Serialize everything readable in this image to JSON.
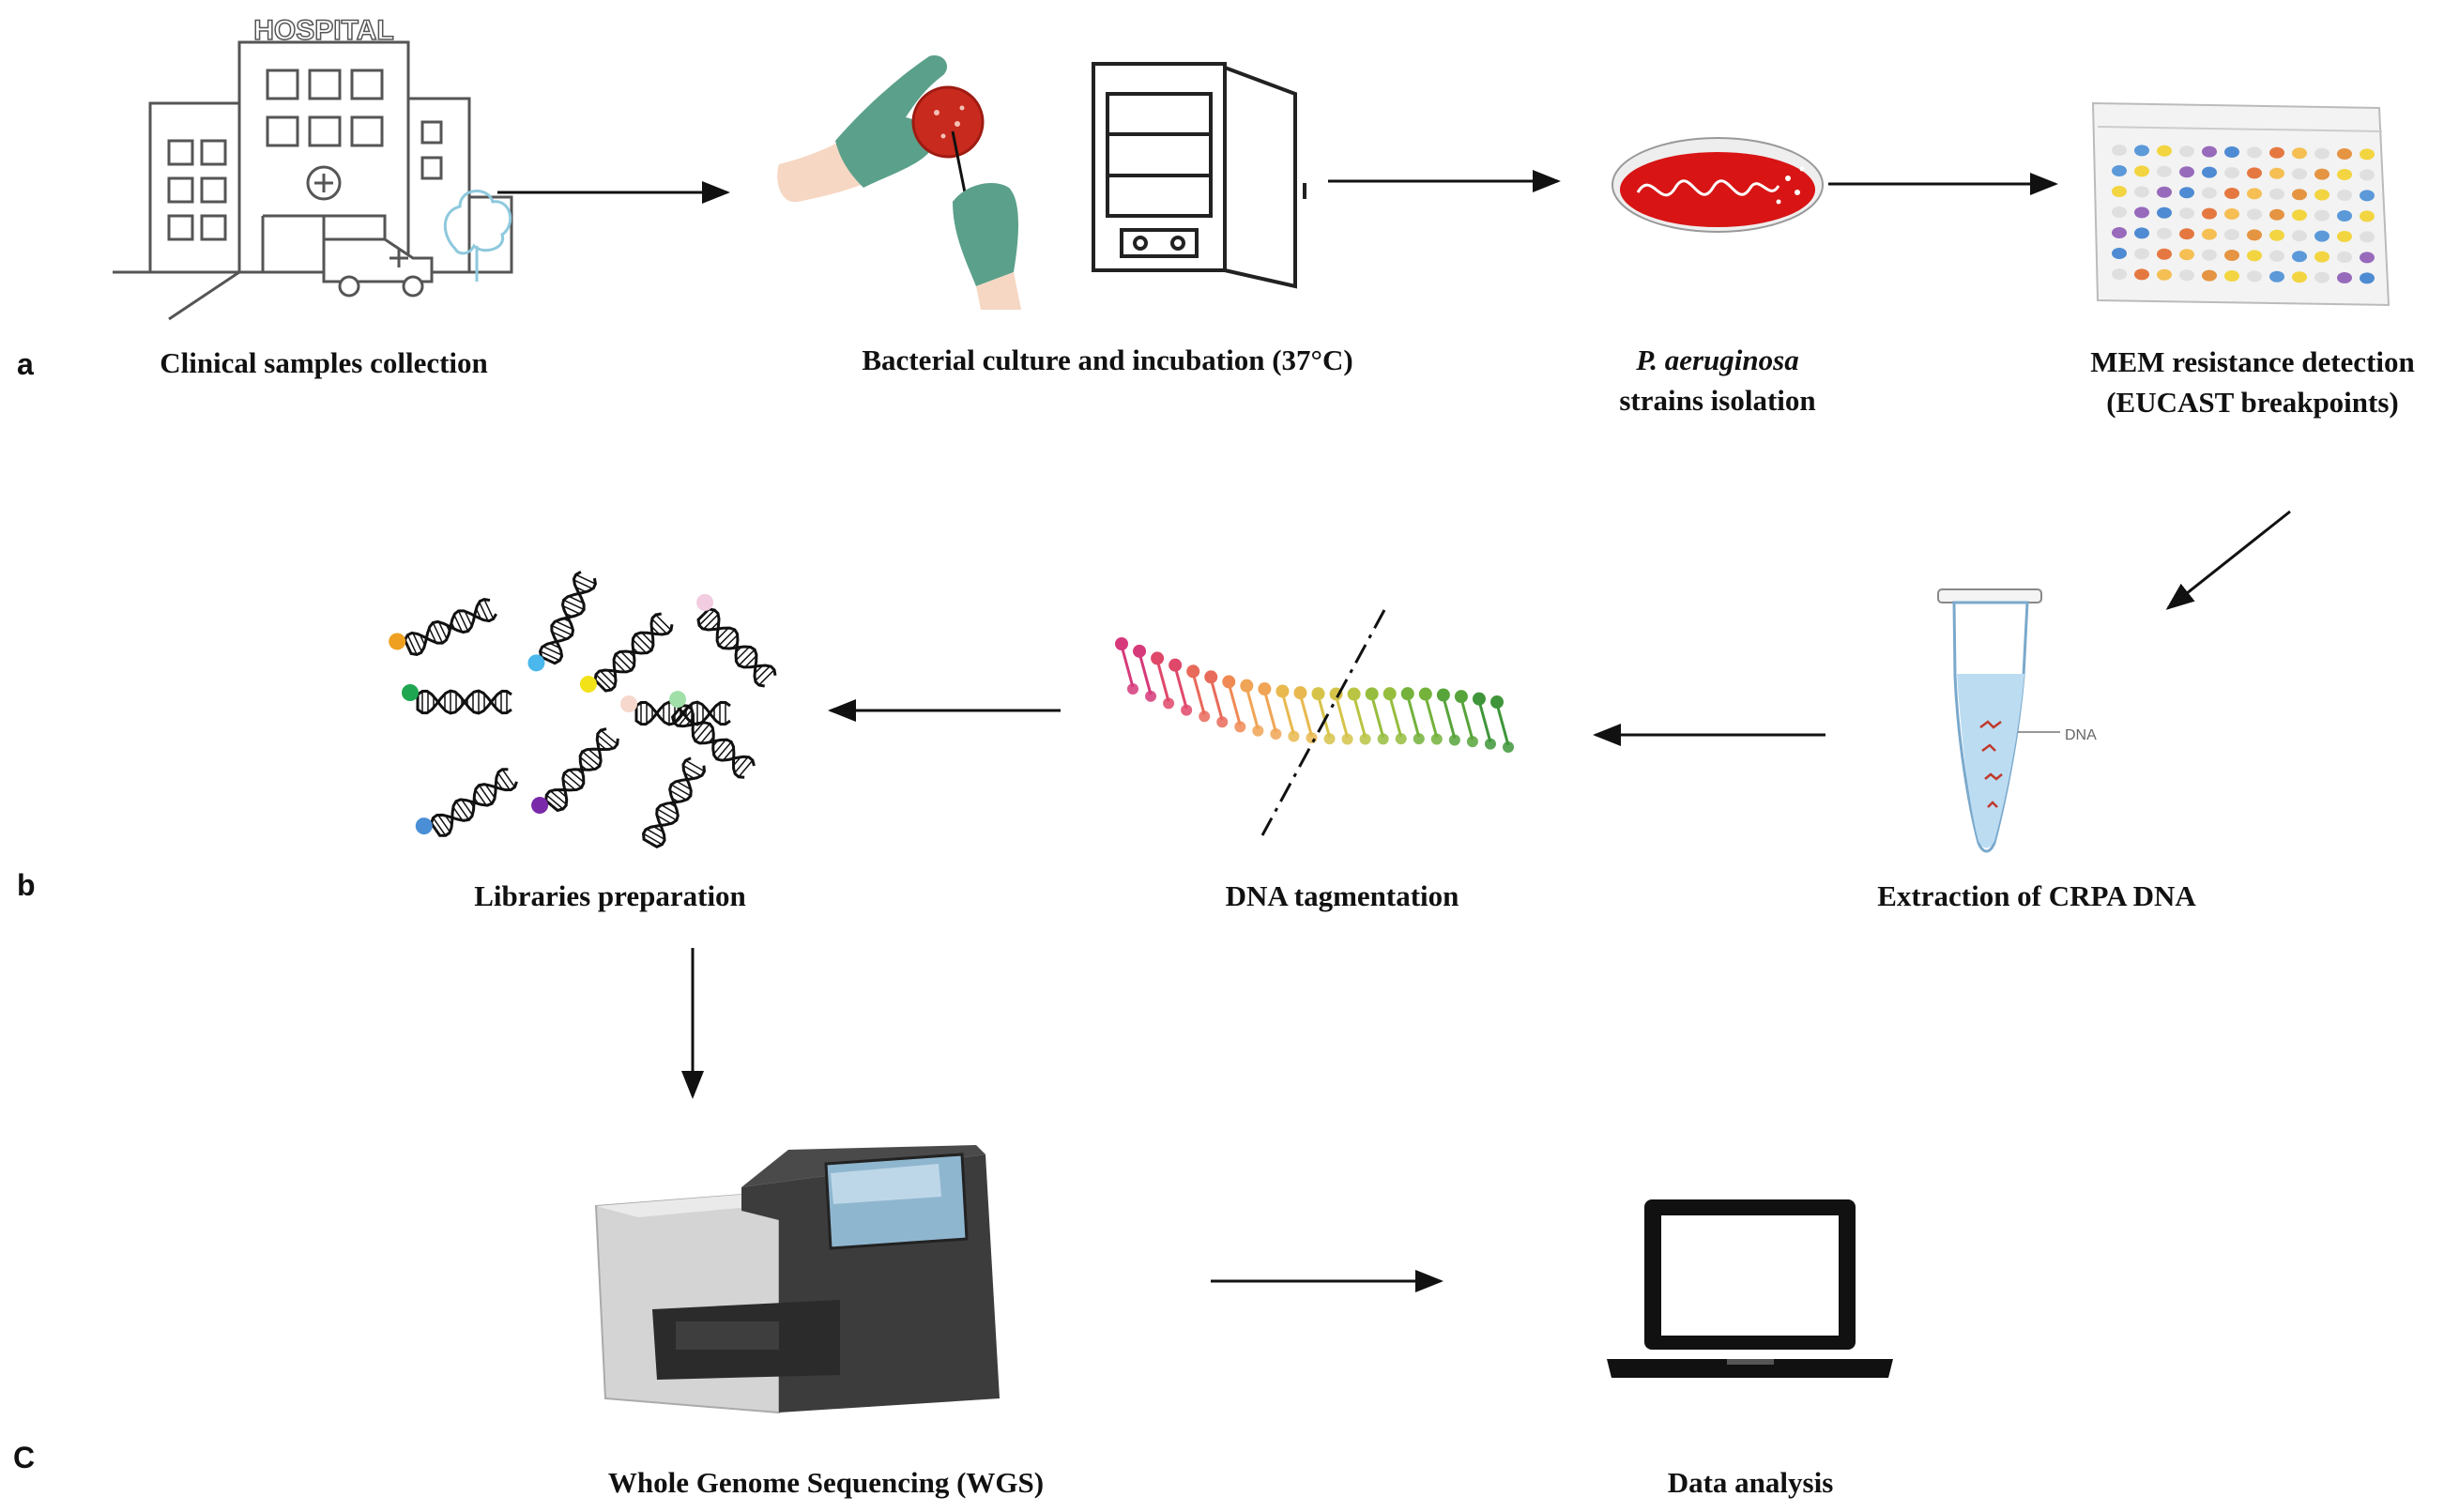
{
  "panels": {
    "a": "a",
    "b": "b",
    "c": "C"
  },
  "hospital_sign": "HOSPITAL",
  "tube_label": "DNA",
  "steps": {
    "clinical": "Clinical samples collection",
    "culture": "Bacterial culture and incubation (37°C)",
    "isolation_species": "P. aeruginosa",
    "isolation_rest": "strains isolation",
    "mem_line1": "MEM resistance detection",
    "mem_line2": "(EUCAST breakpoints)",
    "extraction": "Extraction of CRPA DNA",
    "tagmentation": "DNA tagmentation",
    "libraries": "Libraries preparation",
    "wgs": "Whole Genome Sequencing (WGS)",
    "analysis": "Data analysis"
  },
  "colors": {
    "agar_red": "#d81414",
    "glove_green": "#5ba08a",
    "tube_blue": "#bcdcf2",
    "sequencer_dark": "#3c3c3c",
    "sequencer_light": "#d4d4d4"
  }
}
